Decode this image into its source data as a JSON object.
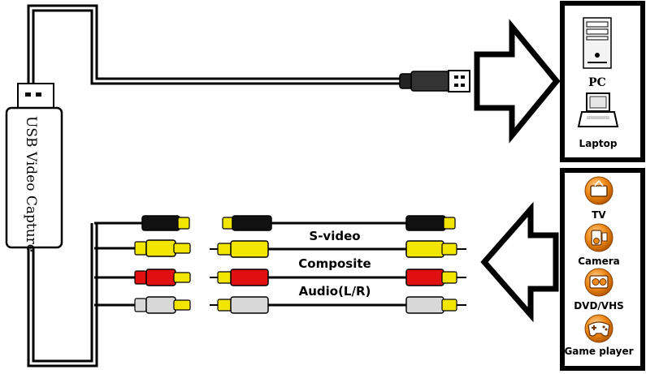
{
  "device": {
    "label": "USB Video Capture"
  },
  "outputs": {
    "pc": {
      "label": "PC",
      "icon": "pc-tower-icon"
    },
    "laptop": {
      "label": "Laptop",
      "icon": "laptop-icon"
    }
  },
  "cables": [
    {
      "label": "S-video",
      "colors": [
        "#111111"
      ]
    },
    {
      "label": "Composite",
      "colors": [
        "#f2e600",
        "#e01010"
      ]
    },
    {
      "label": "Audio(L/R)",
      "colors": [
        "#d8d8d8"
      ]
    }
  ],
  "sources": [
    {
      "label": "TV",
      "icon": "tv-icon"
    },
    {
      "label": "Camera",
      "icon": "camera-icon"
    },
    {
      "label": "DVD/VHS",
      "icon": "dvd-icon"
    },
    {
      "label": "Game player",
      "icon": "gamepad-icon"
    }
  ],
  "colors": {
    "connector_yellow": "#f2e600",
    "connector_red": "#e01010",
    "connector_white": "#d8d8d8",
    "connector_black": "#111111",
    "icon_orange": "#f08a1a"
  }
}
